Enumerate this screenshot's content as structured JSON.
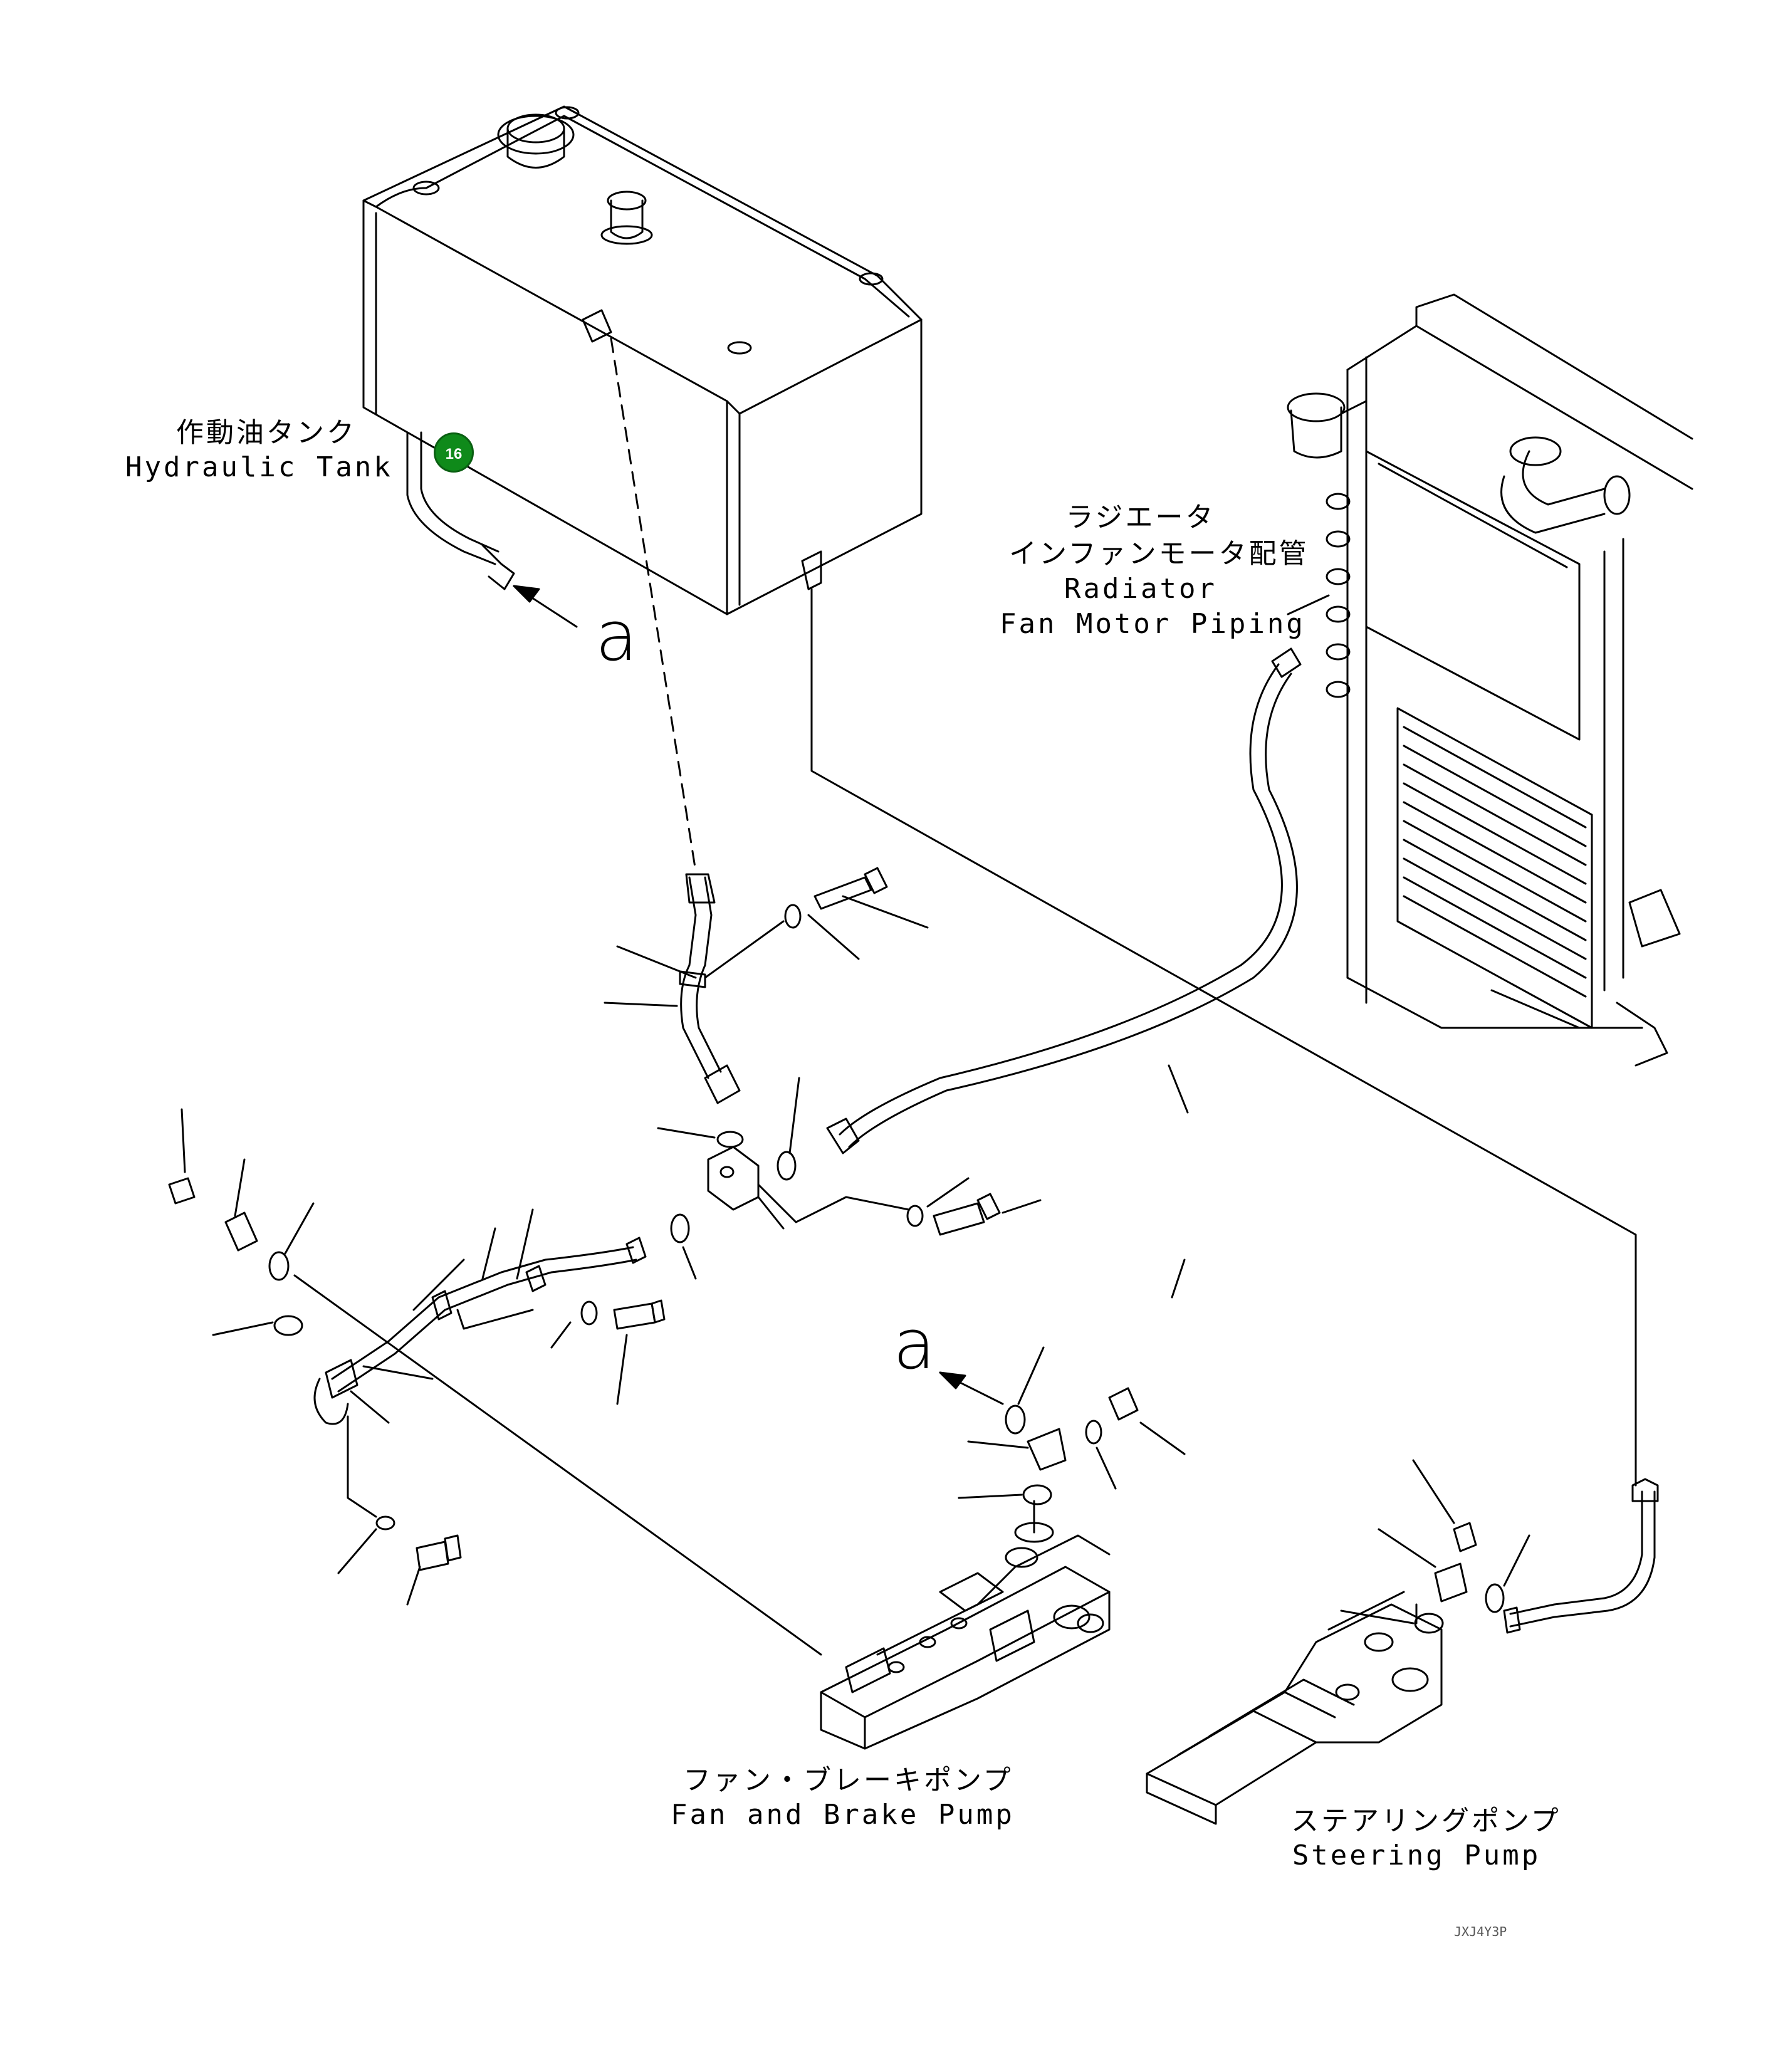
{
  "labels": {
    "hydraulic_tank_jp": "作動油タンク",
    "hydraulic_tank_en": "Hydraulic Tank",
    "radiator_jp_1": "ラジエータ",
    "radiator_jp_2": "インファンモータ配管",
    "radiator_en_1": "Radiator",
    "radiator_en_2": "Fan Motor Piping",
    "fan_brake_pump_jp": "ファン・ブレーキポンプ",
    "fan_brake_pump_en": "Fan and Brake Pump",
    "steering_pump_jp": "ステアリングポンプ",
    "steering_pump_en": "Steering Pump"
  },
  "view_marker": "a",
  "callout_badge": "16",
  "drawing_code": "JXJ4Y3P",
  "colors": {
    "line": "#000000",
    "badge": "#0f8a1a"
  }
}
